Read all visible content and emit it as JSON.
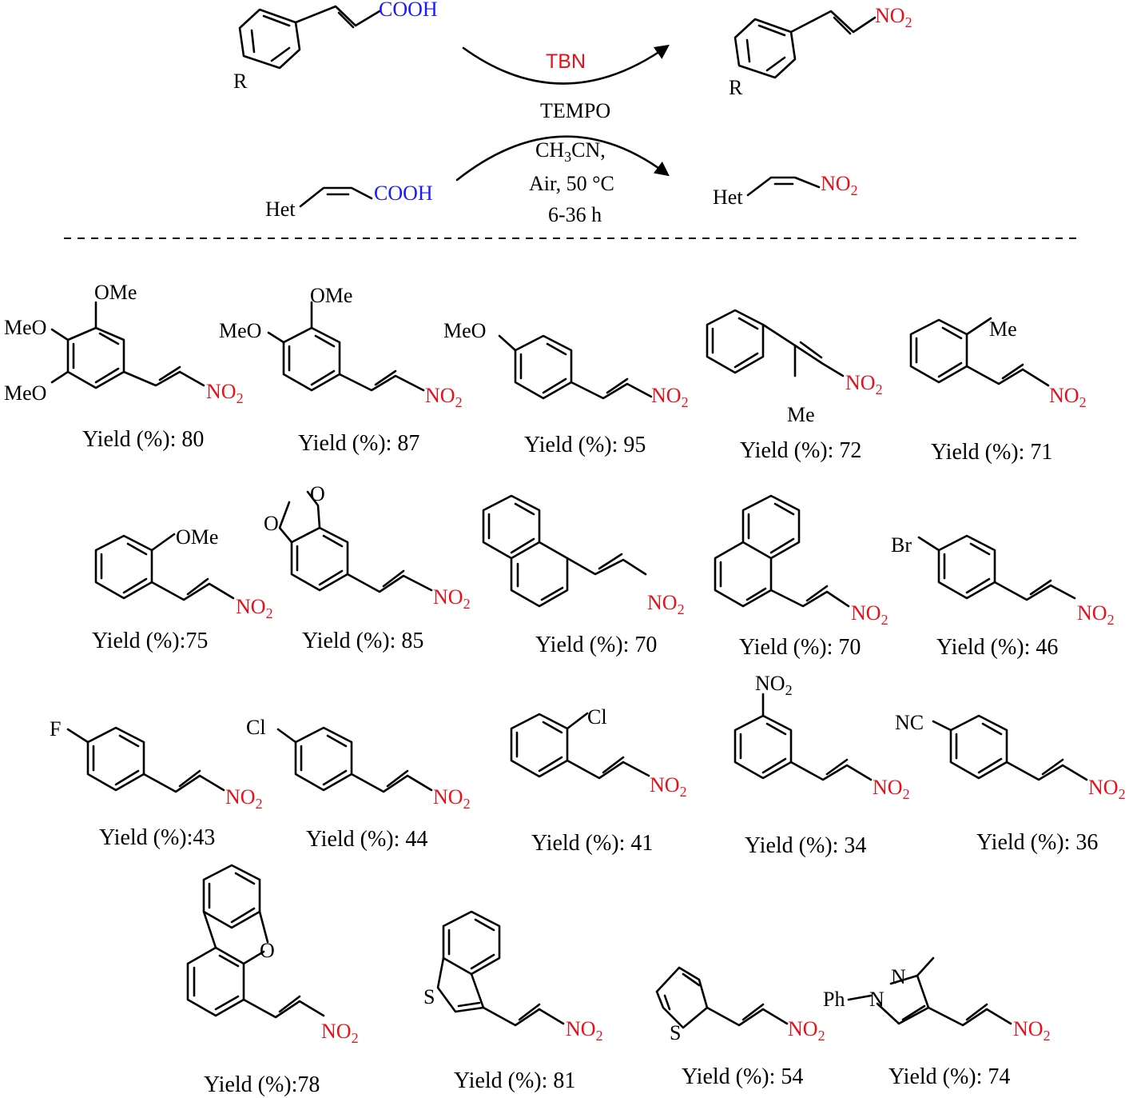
{
  "reaction": {
    "reagent_top": "TBN",
    "conditions": [
      "TEMPO",
      "CH3CN,",
      "Air, 50 °C",
      "6-36 h"
    ],
    "substrate_group": "COOH",
    "product_group": "NO2",
    "substituent_r": "R",
    "heteroaryl": "Het"
  },
  "products": [
    {
      "substituents": [
        "OMe",
        "MeO",
        "MeO"
      ],
      "yield": "Yield (%): 80"
    },
    {
      "substituents": [
        "OMe",
        "MeO"
      ],
      "yield": "Yield (%): 87"
    },
    {
      "substituents": [
        "MeO"
      ],
      "yield": "Yield (%): 95"
    },
    {
      "substituents": [
        "Me"
      ],
      "yield": "Yield (%): 72"
    },
    {
      "substituents": [
        "Me"
      ],
      "yield": "Yield (%): 71"
    },
    {
      "substituents": [
        "OMe"
      ],
      "yield": "Yield (%):75"
    },
    {
      "substituents": [
        "O",
        "O"
      ],
      "yield": "Yield (%): 85"
    },
    {
      "substituents": [],
      "yield": "Yield (%): 70"
    },
    {
      "substituents": [],
      "yield": "Yield (%): 70"
    },
    {
      "substituents": [
        "Br"
      ],
      "yield": "Yield (%): 46"
    },
    {
      "substituents": [
        "F"
      ],
      "yield": "Yield (%):43"
    },
    {
      "substituents": [
        "Cl"
      ],
      "yield": "Yield (%): 44"
    },
    {
      "substituents": [
        "Cl"
      ],
      "yield": "Yield (%): 41"
    },
    {
      "substituents": [
        "NO2"
      ],
      "yield": "Yield (%): 34"
    },
    {
      "substituents": [
        "NC"
      ],
      "yield": "Yield (%): 36"
    },
    {
      "substituents": [
        "O"
      ],
      "yield": "Yield (%):78"
    },
    {
      "substituents": [
        "S"
      ],
      "yield": "Yield (%): 81"
    },
    {
      "substituents": [
        "S"
      ],
      "yield": "Yield (%): 54"
    },
    {
      "substituents": [
        "N",
        "N",
        "Ph"
      ],
      "yield": "Yield (%): 74"
    }
  ]
}
